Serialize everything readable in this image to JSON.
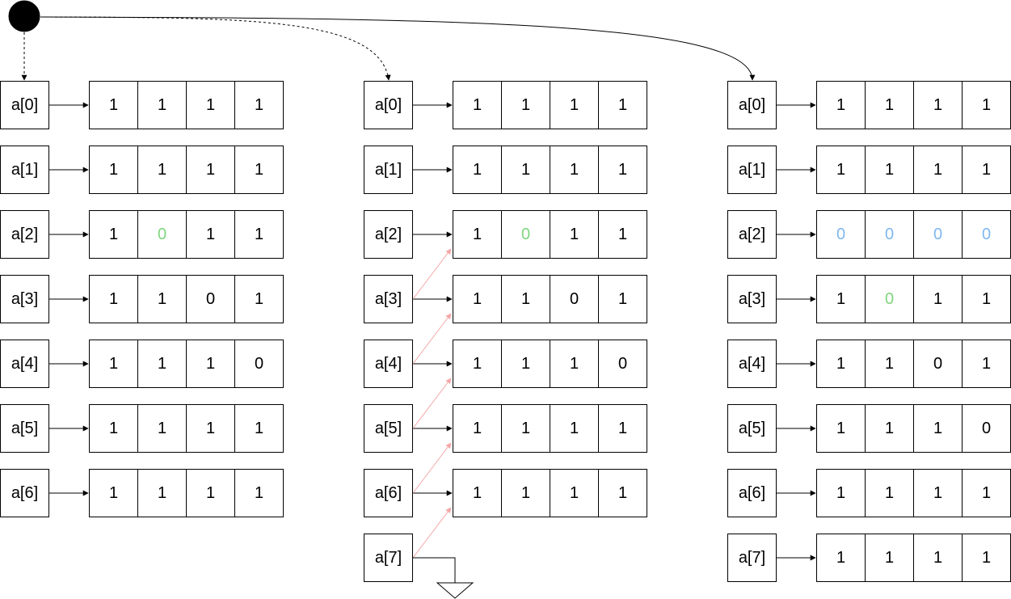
{
  "colors": {
    "line": "#000000",
    "highlight_arrow": "#f4a6a6",
    "green_zero": "#7fd67f",
    "blue_zero": "#7fb8f0"
  },
  "icons": {
    "start_node": "filled-circle",
    "terminator": "ground-triangle"
  },
  "columns": [
    {
      "rows": [
        {
          "label": "a[0]",
          "cells": [
            {
              "v": "1"
            },
            {
              "v": "1"
            },
            {
              "v": "1"
            },
            {
              "v": "1"
            }
          ]
        },
        {
          "label": "a[1]",
          "cells": [
            {
              "v": "1"
            },
            {
              "v": "1"
            },
            {
              "v": "1"
            },
            {
              "v": "1"
            }
          ]
        },
        {
          "label": "a[2]",
          "cells": [
            {
              "v": "1"
            },
            {
              "v": "0",
              "c": "green"
            },
            {
              "v": "1"
            },
            {
              "v": "1"
            }
          ]
        },
        {
          "label": "a[3]",
          "cells": [
            {
              "v": "1"
            },
            {
              "v": "1"
            },
            {
              "v": "0"
            },
            {
              "v": "1"
            }
          ]
        },
        {
          "label": "a[4]",
          "cells": [
            {
              "v": "1"
            },
            {
              "v": "1"
            },
            {
              "v": "1"
            },
            {
              "v": "0"
            }
          ]
        },
        {
          "label": "a[5]",
          "cells": [
            {
              "v": "1"
            },
            {
              "v": "1"
            },
            {
              "v": "1"
            },
            {
              "v": "1"
            }
          ]
        },
        {
          "label": "a[6]",
          "cells": [
            {
              "v": "1"
            },
            {
              "v": "1"
            },
            {
              "v": "1"
            },
            {
              "v": "1"
            }
          ]
        }
      ]
    },
    {
      "rows": [
        {
          "label": "a[0]",
          "cells": [
            {
              "v": "1"
            },
            {
              "v": "1"
            },
            {
              "v": "1"
            },
            {
              "v": "1"
            }
          ]
        },
        {
          "label": "a[1]",
          "cells": [
            {
              "v": "1"
            },
            {
              "v": "1"
            },
            {
              "v": "1"
            },
            {
              "v": "1"
            }
          ]
        },
        {
          "label": "a[2]",
          "cells": [
            {
              "v": "1"
            },
            {
              "v": "0",
              "c": "green"
            },
            {
              "v": "1"
            },
            {
              "v": "1"
            }
          ]
        },
        {
          "label": "a[3]",
          "cells": [
            {
              "v": "1"
            },
            {
              "v": "1"
            },
            {
              "v": "0"
            },
            {
              "v": "1"
            }
          ]
        },
        {
          "label": "a[4]",
          "cells": [
            {
              "v": "1"
            },
            {
              "v": "1"
            },
            {
              "v": "1"
            },
            {
              "v": "0"
            }
          ]
        },
        {
          "label": "a[5]",
          "cells": [
            {
              "v": "1"
            },
            {
              "v": "1"
            },
            {
              "v": "1"
            },
            {
              "v": "1"
            }
          ]
        },
        {
          "label": "a[6]",
          "cells": [
            {
              "v": "1"
            },
            {
              "v": "1"
            },
            {
              "v": "1"
            },
            {
              "v": "1"
            }
          ]
        },
        {
          "label": "a[7]",
          "cells": []
        }
      ]
    },
    {
      "rows": [
        {
          "label": "a[0]",
          "cells": [
            {
              "v": "1"
            },
            {
              "v": "1"
            },
            {
              "v": "1"
            },
            {
              "v": "1"
            }
          ]
        },
        {
          "label": "a[1]",
          "cells": [
            {
              "v": "1"
            },
            {
              "v": "1"
            },
            {
              "v": "1"
            },
            {
              "v": "1"
            }
          ]
        },
        {
          "label": "a[2]",
          "cells": [
            {
              "v": "0",
              "c": "blue"
            },
            {
              "v": "0",
              "c": "blue"
            },
            {
              "v": "0",
              "c": "blue"
            },
            {
              "v": "0",
              "c": "blue"
            }
          ]
        },
        {
          "label": "a[3]",
          "cells": [
            {
              "v": "1"
            },
            {
              "v": "0",
              "c": "green"
            },
            {
              "v": "1"
            },
            {
              "v": "1"
            }
          ]
        },
        {
          "label": "a[4]",
          "cells": [
            {
              "v": "1"
            },
            {
              "v": "1"
            },
            {
              "v": "0"
            },
            {
              "v": "1"
            }
          ]
        },
        {
          "label": "a[5]",
          "cells": [
            {
              "v": "1"
            },
            {
              "v": "1"
            },
            {
              "v": "1"
            },
            {
              "v": "0"
            }
          ]
        },
        {
          "label": "a[6]",
          "cells": [
            {
              "v": "1"
            },
            {
              "v": "1"
            },
            {
              "v": "1"
            },
            {
              "v": "1"
            }
          ]
        },
        {
          "label": "a[7]",
          "cells": [
            {
              "v": "1"
            },
            {
              "v": "1"
            },
            {
              "v": "1"
            },
            {
              "v": "1"
            }
          ]
        }
      ]
    }
  ]
}
